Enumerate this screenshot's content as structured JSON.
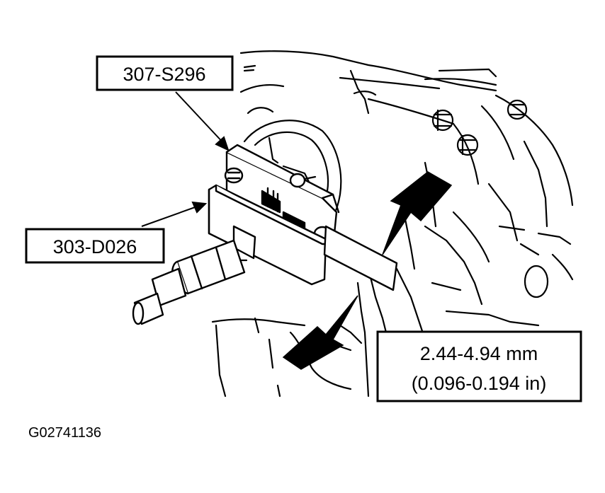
{
  "callouts": {
    "tool_upper": "307-S296",
    "tool_lower": "303-D026"
  },
  "specification": {
    "line1": "2.44-4.94 mm",
    "line2": "(0.096-0.194 in)"
  },
  "figure_id": "G02741136",
  "colors": {
    "ink": "#000000",
    "paper": "#ffffff"
  }
}
